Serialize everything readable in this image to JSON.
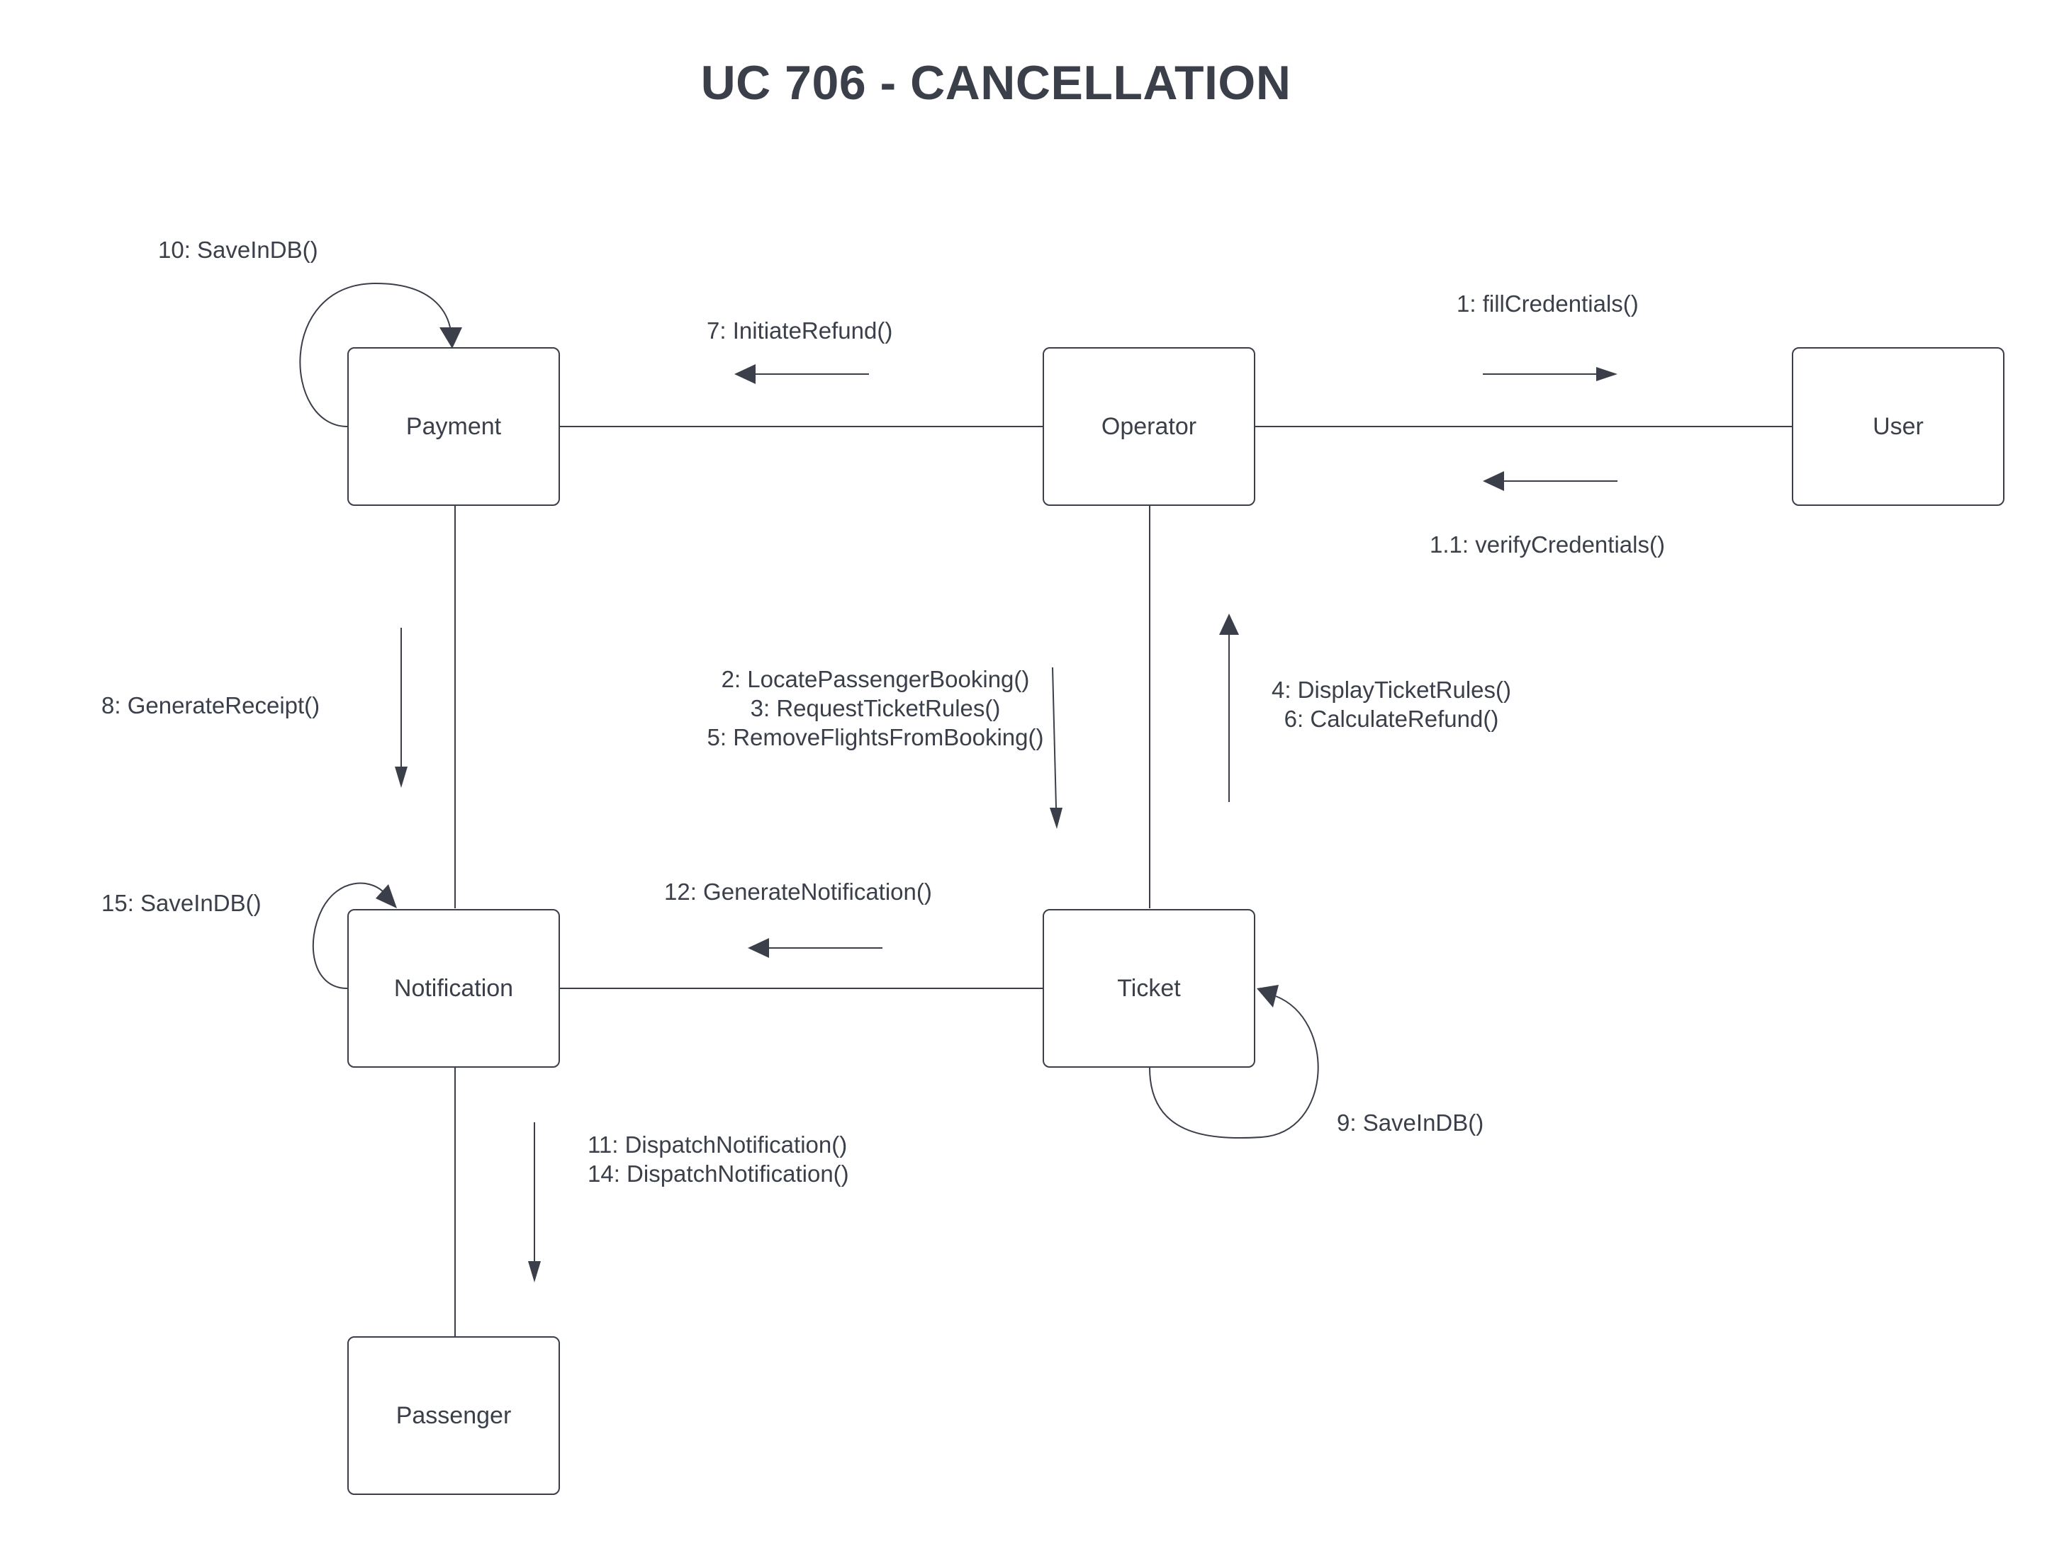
{
  "title": "UC 706 - CANCELLATION",
  "objects": {
    "payment": "Payment",
    "operator": "Operator",
    "user": "User",
    "notification": "Notification",
    "ticket": "Ticket",
    "passenger": "Passenger"
  },
  "messages": {
    "fill_credentials": "1: fillCredentials()",
    "verify_credentials": "1.1: verifyCredentials()",
    "initiate_refund": "7: InitiateRefund()",
    "save_payment": "10: SaveInDB()",
    "generate_receipt": "8: GenerateReceipt()",
    "operator_to_ticket": [
      "2:  LocatePassengerBooking()",
      "3: RequestTicketRules()",
      "5: RemoveFlightsFromBooking()"
    ],
    "ticket_to_operator": [
      "4: DisplayTicketRules()",
      "6: CalculateRefund()"
    ],
    "generate_notification": "12: GenerateNotification()",
    "save_notification": "15: SaveInDB()",
    "save_ticket": "9: SaveInDB()",
    "dispatch": [
      "11: DispatchNotification()",
      "14: DispatchNotification()"
    ]
  },
  "colors": {
    "ink": "#3a3f4a",
    "background": "#ffffff"
  }
}
